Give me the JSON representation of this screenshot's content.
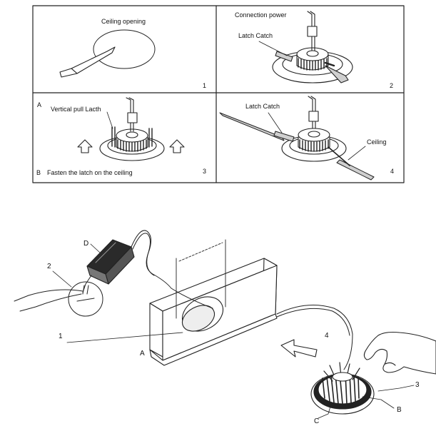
{
  "panels": [
    {
      "number": "1",
      "caption": "Ceiling opening"
    },
    {
      "number": "2",
      "caption": "Connection power",
      "label": "Latch Catch"
    },
    {
      "number": "3",
      "marker_a": "A",
      "label": "Vertical pull Lacth",
      "marker_b": "B",
      "caption": "Fasten the latch on the ceiling"
    },
    {
      "number": "4",
      "label": "Latch Catch",
      "label2": "Ceiling"
    }
  ],
  "lower_callouts": [
    "D",
    "2",
    "1",
    "A",
    "4",
    "3",
    "B",
    "C"
  ],
  "icons": [
    "knife",
    "downlight",
    "arrow-up",
    "led-driver",
    "junction-box",
    "hand",
    "arrow"
  ],
  "colors": {
    "line": "#111111",
    "background": "#ffffff"
  }
}
